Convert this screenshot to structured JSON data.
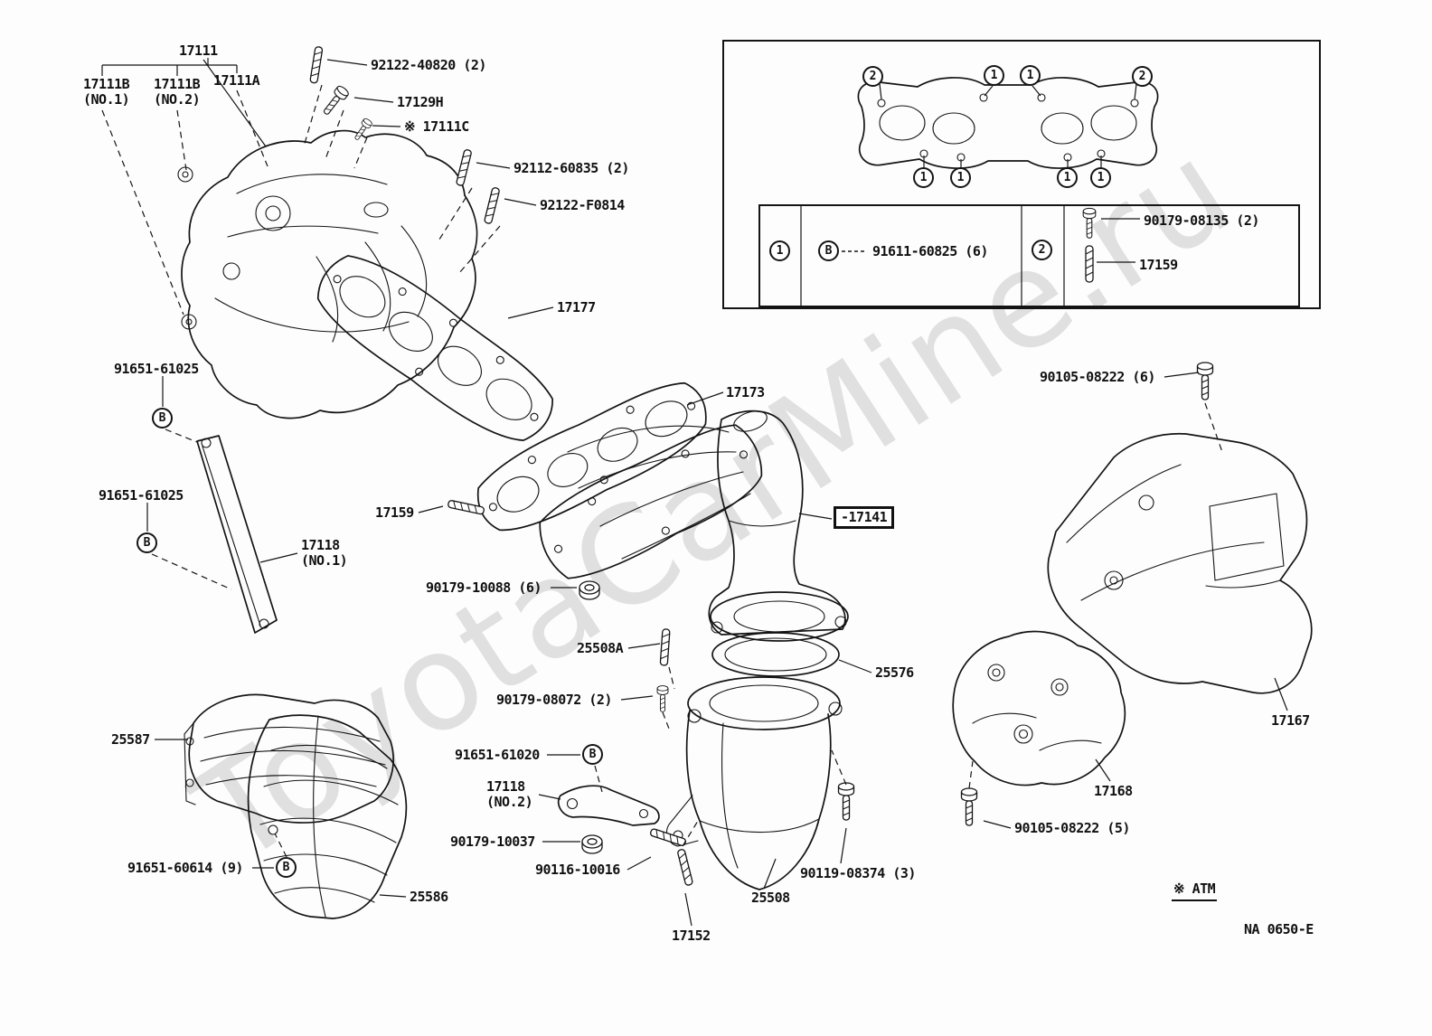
{
  "watermark": "ToyotaCarMine.ru",
  "page": {
    "doc_code": "NA 0650-E",
    "atm_note": "※ ATM"
  },
  "callouts": {
    "b": "B"
  },
  "labels": {
    "p17111": "17111",
    "p17111b_no1": "17111B",
    "p17111b_no1_sub": "(NO.1)",
    "p17111b_no2": "17111B",
    "p17111b_no2_sub": "(NO.2)",
    "p17111a": "17111A",
    "p92122_40820": "92122-40820 (2)",
    "p17129h": "17129H",
    "p17111c": "※ 17111C",
    "p92112_60835": "92112-60835 (2)",
    "p92122_f0814": "92122-F0814",
    "p17177": "17177",
    "p91651_61025_a": "91651-61025",
    "p91651_61025_b": "91651-61025",
    "p17118_no1": "17118",
    "p17118_no1_sub": "(NO.1)",
    "p17173": "17173",
    "p17159_left": "17159",
    "p17141": "-17141",
    "p90179_10088": "90179-10088 (6)",
    "p25508a": "25508A",
    "p25576": "25576",
    "p90179_08072": "90179-08072 (2)",
    "p91651_61020": "91651-61020",
    "p17118_no2": "17118",
    "p17118_no2_sub": "(NO.2)",
    "p90179_10037": "90179-10037",
    "p90116_10016": "90116-10016",
    "p25587": "25587",
    "p91651_60614": "91651-60614 (9)",
    "p25586": "25586",
    "p25508": "25508",
    "p17152": "17152",
    "p90119_08374": "90119-08374 (3)",
    "p90105_08222_6": "90105-08222 (6)",
    "p17167": "17167",
    "p17168": "17168",
    "p90105_08222_5": "90105-08222 (5)"
  },
  "inset": {
    "top_callouts": [
      "2",
      "1",
      "1",
      "2"
    ],
    "bottom_callouts": [
      "1",
      "1",
      "1",
      "1"
    ],
    "legend_item1": {
      "num": "1",
      "via": "B",
      "part": "91611-60825 (6)"
    },
    "legend_item2": {
      "num": "2",
      "part_a": "90179-08135 (2)",
      "part_b": "17159"
    }
  }
}
